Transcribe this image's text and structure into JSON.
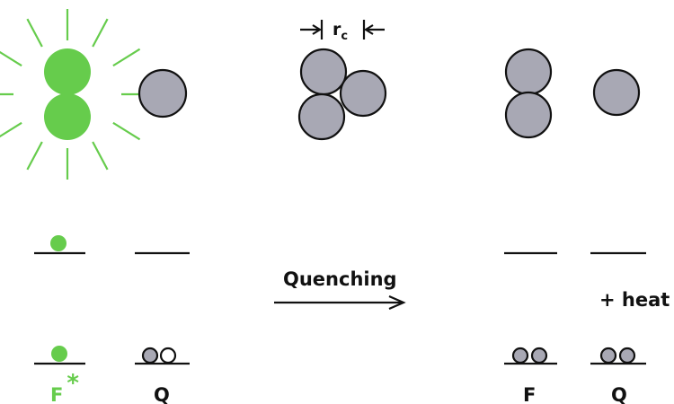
{
  "colors": {
    "excited": "#66cc4c",
    "ground": "#a8a8b4",
    "stroke": "#111111",
    "excited_label": "#66cc4c"
  },
  "labels": {
    "contact_radius": "r",
    "contact_radius_sub": "c",
    "arrow": "Quenching",
    "heat": "+ heat",
    "f_star": "F",
    "f_star_mark": "*",
    "q_left": "Q",
    "f_right": "F",
    "q_right": "Q"
  },
  "icons": {
    "glow": "radiating-rays-icon",
    "arrow": "right-arrow-icon"
  }
}
